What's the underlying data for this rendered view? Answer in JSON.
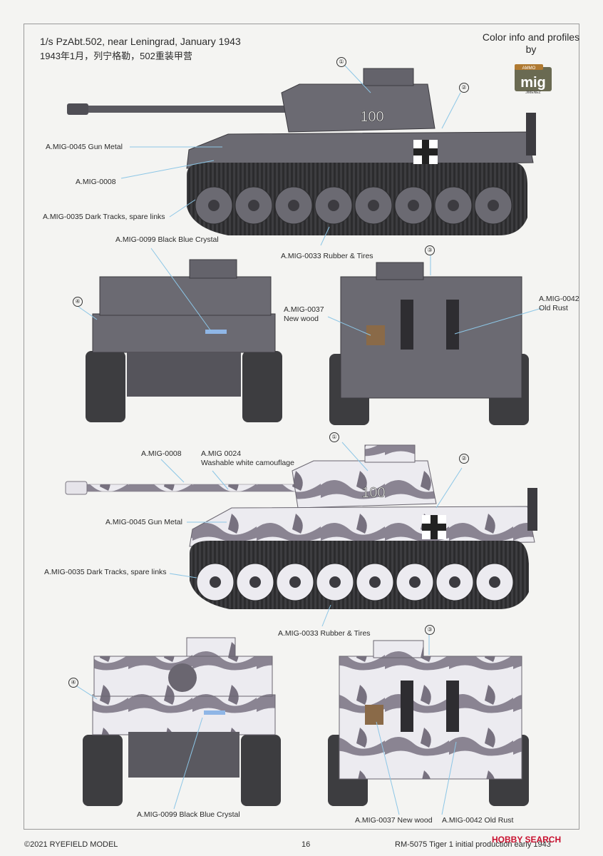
{
  "header": {
    "title": "1/s PzAbt.502, near Leningrad, January 1943",
    "subtitle": "1943年1月，列宁格勒，502重装甲营",
    "credit_line1": "Color info and profiles",
    "credit_line2": "by",
    "logo_small": "AMMO",
    "logo_text": "mig",
    "logo_sub": "JIMENEZ"
  },
  "callouts": {
    "c1": "①",
    "c2": "②",
    "c3": "③",
    "c4": "④"
  },
  "profile1": {
    "turret_number": "100",
    "labels": {
      "gun_metal": "A.MIG-0045 Gun Metal",
      "base": "A.MIG-0008",
      "tracks": "A.MIG-0035 Dark Tracks, spare links",
      "rubber": "A.MIG-0033 Rubber & Tires"
    }
  },
  "views1": {
    "labels": {
      "black_blue": "A.MIG-0099 Black Blue Crystal",
      "new_wood_1": "A.MIG-0037",
      "new_wood_2": "New wood",
      "old_rust_1": "A.MIG-0042",
      "old_rust_2": "Old Rust"
    }
  },
  "profile2": {
    "turret_number": "100",
    "labels": {
      "base": "A.MIG-0008",
      "washable_1": "A.MIG 0024",
      "washable_2": "Washable white camouflage",
      "gun_metal": "A.MIG-0045 Gun Metal",
      "tracks": "A.MIG-0035 Dark Tracks, spare links",
      "rubber": "A.MIG-0033 Rubber & Tires"
    }
  },
  "views2": {
    "labels": {
      "black_blue": "A.MIG-0099 Black Blue Crystal",
      "new_wood": "A.MIG-0037 New wood",
      "old_rust": "A.MIG-0042 Old Rust"
    }
  },
  "footer": {
    "copyright": "©2021 RYEFIELD MODEL",
    "page": "16",
    "product": "RM-5075  Tiger 1 initial production early 1943",
    "watermark": "HOBBY SEARCH"
  },
  "colors": {
    "grey_base": "#6b6a72",
    "grey_dark": "#4a4950",
    "white_camo": "#ecebf0",
    "tracks": "#3d3d40",
    "wood": "#8a6a48",
    "accent_red": "#c8102e"
  }
}
